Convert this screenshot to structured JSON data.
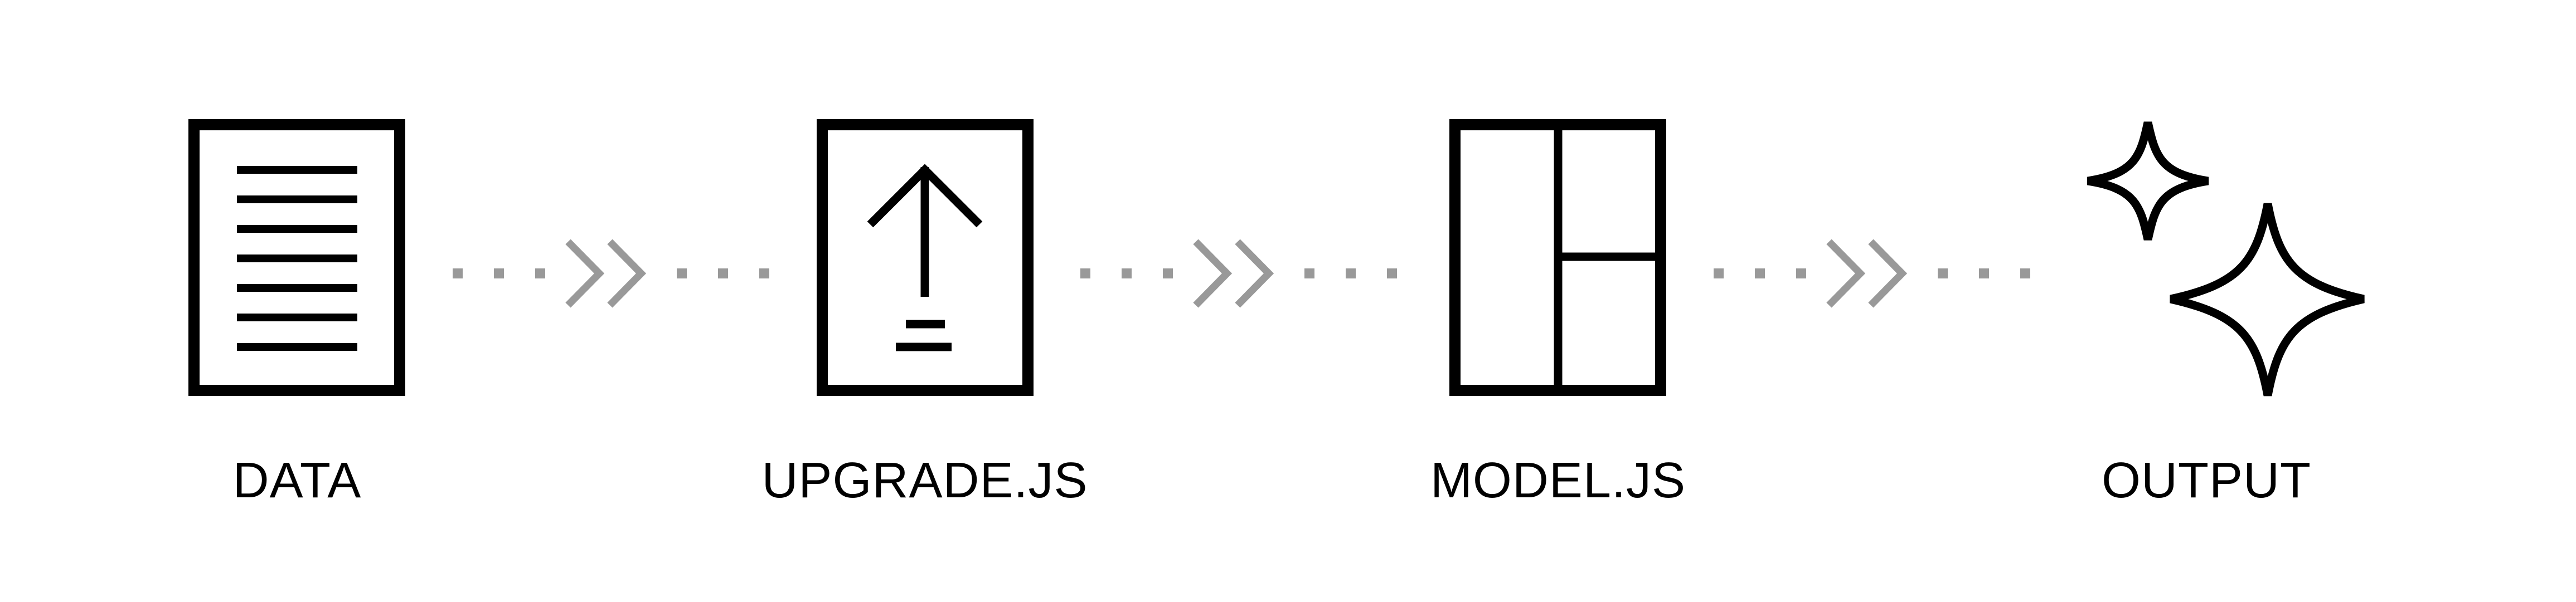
{
  "diagram": {
    "stages": [
      {
        "id": "data",
        "label": "DATA",
        "icon": "document-icon"
      },
      {
        "id": "upgrade",
        "label": "UPGRADE.JS",
        "icon": "upload-icon"
      },
      {
        "id": "model",
        "label": "MODEL.JS",
        "icon": "layout-panels-icon"
      },
      {
        "id": "output",
        "label": "OUTPUT",
        "icon": "sparkles-icon"
      }
    ],
    "connectors": [
      {
        "from": "data",
        "to": "upgrade",
        "icon": "double-chevron-right-icon"
      },
      {
        "from": "upgrade",
        "to": "model",
        "icon": "double-chevron-right-icon"
      },
      {
        "from": "model",
        "to": "output",
        "icon": "double-chevron-right-icon"
      }
    ],
    "colors": {
      "stroke": "#000000",
      "connector": "#999999",
      "background": "#ffffff"
    }
  }
}
